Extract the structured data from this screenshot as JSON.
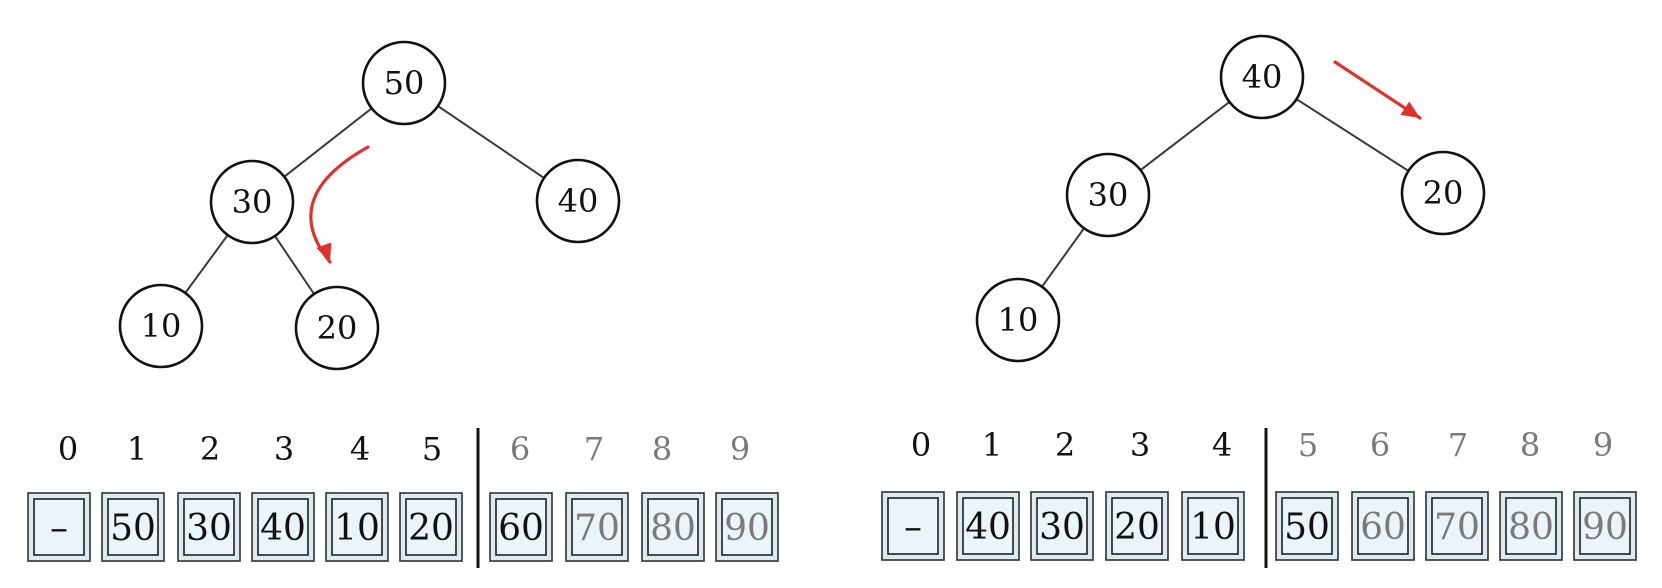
{
  "colors": {
    "arrow": "#e0322b",
    "active_text": "#111111",
    "dim_text": "#7a7a7a",
    "cell_fill": "#dcebf3",
    "cell_inner": "#eaf4f9"
  },
  "panels": [
    {
      "nodes": [
        {
          "id": "n50",
          "label": "50"
        },
        {
          "id": "n30",
          "label": "30"
        },
        {
          "id": "n40",
          "label": "40"
        },
        {
          "id": "n10",
          "label": "10"
        },
        {
          "id": "n20",
          "label": "20"
        }
      ],
      "edges": [
        [
          "n50",
          "n30"
        ],
        [
          "n50",
          "n40"
        ],
        [
          "n30",
          "n10"
        ],
        [
          "n30",
          "n20"
        ]
      ],
      "array": {
        "indices": [
          "0",
          "1",
          "2",
          "3",
          "4",
          "5",
          "6",
          "7",
          "8",
          "9"
        ],
        "values": [
          "–",
          "50",
          "30",
          "40",
          "10",
          "20",
          "60",
          "70",
          "80",
          "90"
        ],
        "active_index_count": 6,
        "active_value_count": 7
      }
    },
    {
      "nodes": [
        {
          "id": "n40",
          "label": "40"
        },
        {
          "id": "n30",
          "label": "30"
        },
        {
          "id": "n20",
          "label": "20"
        },
        {
          "id": "n10",
          "label": "10"
        }
      ],
      "edges": [
        [
          "n40",
          "n30"
        ],
        [
          "n40",
          "n20"
        ],
        [
          "n30",
          "n10"
        ]
      ],
      "array": {
        "indices": [
          "0",
          "1",
          "2",
          "3",
          "4",
          "5",
          "6",
          "7",
          "8",
          "9"
        ],
        "values": [
          "–",
          "40",
          "30",
          "20",
          "10",
          "50",
          "60",
          "70",
          "80",
          "90"
        ],
        "active_index_count": 5,
        "active_value_count": 6
      }
    }
  ]
}
